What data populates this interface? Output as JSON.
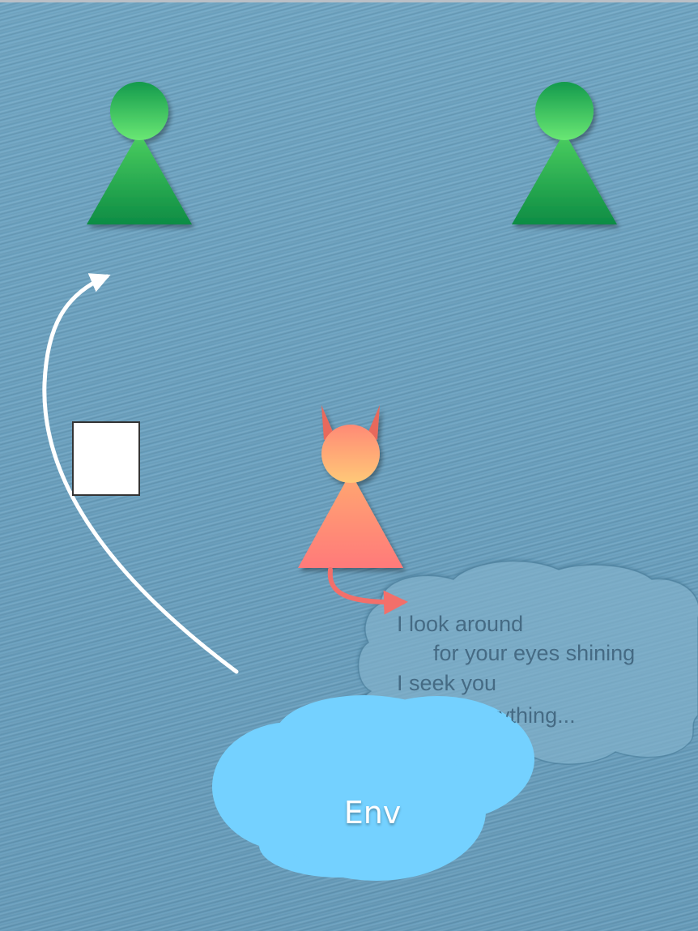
{
  "colors": {
    "background": "#6aa1c0",
    "agent_green_top": "#62dd6c",
    "agent_green_bottom": "#0d8c44",
    "devil_body_top": "#ffb070",
    "devil_body_bottom": "#ff7a78",
    "devil_horn": "#e8695c",
    "tail": "#f26f6a",
    "arrow": "#ffffff",
    "env_cloud": "#74d1ff",
    "thought_cloud": "#7fb3cc"
  },
  "thought_bubble": {
    "lines": [
      "I look around",
      "for your eyes shining",
      "I seek you",
      "in everything..."
    ]
  },
  "env": {
    "label": "Env"
  }
}
